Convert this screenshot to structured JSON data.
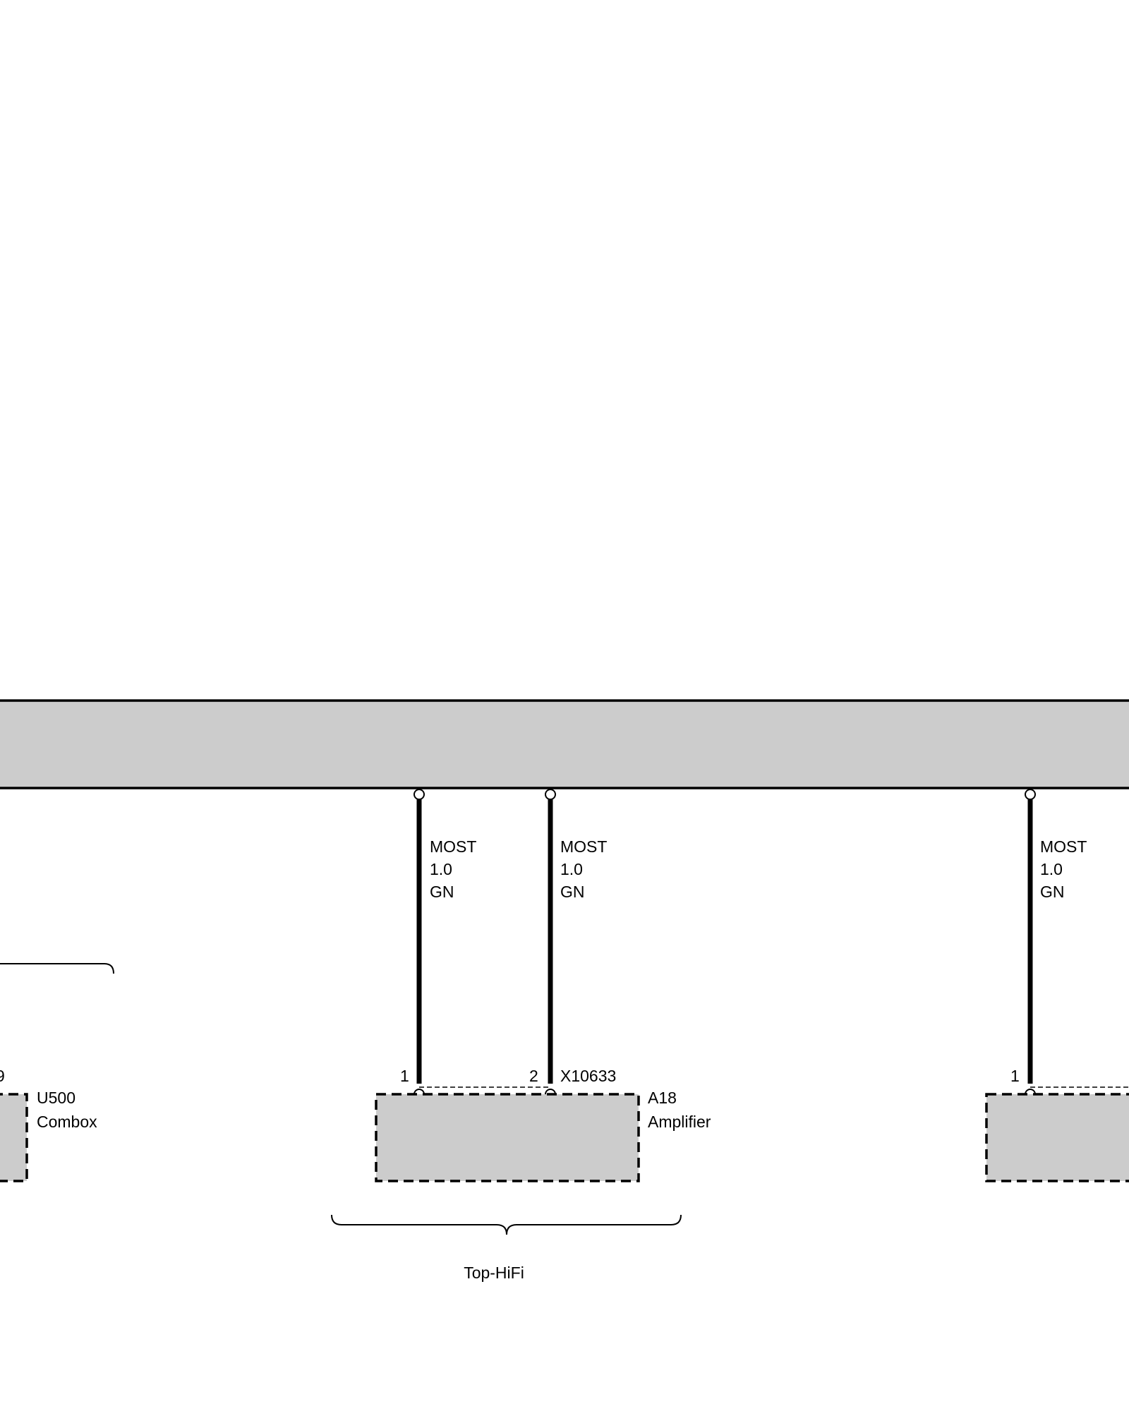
{
  "bus": {
    "fill_color": "#cccccc"
  },
  "wires": [
    {
      "id": "w1",
      "lines": [
        "MOST",
        "1.0",
        "GN"
      ]
    },
    {
      "id": "w2",
      "lines": [
        "MOST",
        "1.0",
        "GN"
      ]
    },
    {
      "id": "w3",
      "lines": [
        "MOST",
        "1.0",
        "GN"
      ]
    }
  ],
  "components": {
    "combox": {
      "pin_partial": "9",
      "code": "U500",
      "name": "Combox"
    },
    "amplifier": {
      "pin1": "1",
      "pin2": "2",
      "connector": "X10633",
      "code": "A18",
      "name": "Amplifier"
    },
    "right_unit": {
      "pin1": "1"
    }
  },
  "groups": {
    "top_hifi": "Top-HiFi"
  },
  "colors": {
    "component_fill": "#cccccc",
    "line": "#000000"
  }
}
